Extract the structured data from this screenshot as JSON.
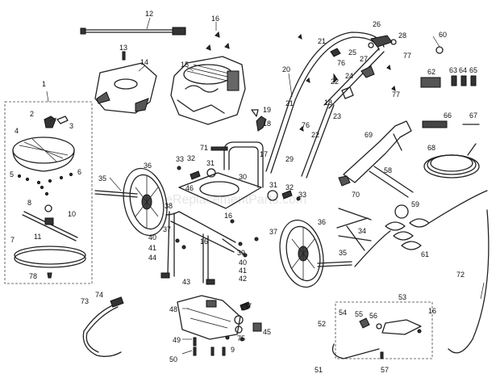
{
  "watermark": "eReplacementParts.com",
  "callouts": {
    "c1": "1",
    "c2": "2",
    "c3": "3",
    "c4": "4",
    "c5": "5",
    "c6": "6",
    "c7": "7",
    "c8": "8",
    "c9": "9",
    "c10": "10",
    "c11": "11",
    "c12": "12",
    "c13": "13",
    "c14": "14",
    "c15": "15",
    "c16a": "16",
    "c16b": "16",
    "c16c": "16",
    "c16d": "16",
    "c17": "17",
    "c18a": "18",
    "c18b": "18",
    "c19": "19",
    "c20": "20",
    "c21a": "21",
    "c21b": "21",
    "c22a": "22",
    "c22b": "22",
    "c23": "23",
    "c24": "24",
    "c25": "25",
    "c26": "26",
    "c27": "27",
    "c28": "28",
    "c29": "29",
    "c30": "30",
    "c31a": "31",
    "c31b": "31",
    "c32a": "32",
    "c32b": "32",
    "c33a": "33",
    "c33b": "33",
    "c34": "34",
    "c35a": "35",
    "c35b": "35",
    "c36a": "36",
    "c36b": "36",
    "c37a": "37",
    "c37b": "37",
    "c38": "38",
    "c39": "39",
    "c40a": "40",
    "c40b": "40",
    "c41a": "41",
    "c41b": "41",
    "c42": "42",
    "c43": "43",
    "c44": "44",
    "c45": "45",
    "c46": "46",
    "c47": "47",
    "c48": "48",
    "c49": "49",
    "c50": "50",
    "c51": "51",
    "c52": "52",
    "c53": "53",
    "c54": "54",
    "c55": "55",
    "c56": "56",
    "c57": "57",
    "c58": "58",
    "c59": "59",
    "c60": "60",
    "c61": "61",
    "c62": "62",
    "c63": "63",
    "c64": "64",
    "c65": "65",
    "c66": "66",
    "c67": "67",
    "c68": "68",
    "c69": "69",
    "c70": "70",
    "c71": "71",
    "c72": "72",
    "c73": "73",
    "c74": "74",
    "c75": "75",
    "c76a": "76",
    "c76b": "76",
    "c77a": "77",
    "c77b": "77",
    "c78": "78"
  }
}
